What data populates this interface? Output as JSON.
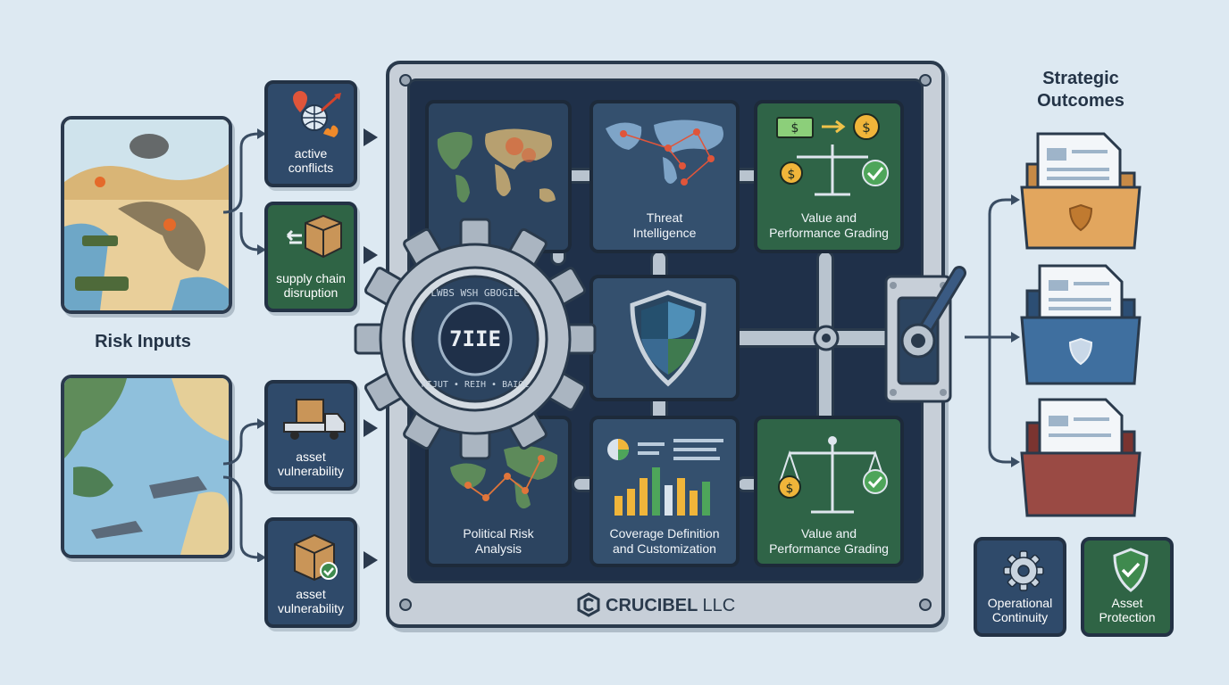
{
  "headings": {
    "risk_inputs": "Risk Inputs",
    "strategic_outcomes_line1": "Strategic",
    "strategic_outcomes_line2": "Outcomes"
  },
  "input_cards": [
    {
      "line1": "active",
      "line2": "conflicts",
      "color": "#2f4a6a"
    },
    {
      "line1": "supply chain",
      "line2": "disruption",
      "color": "#2f6445"
    },
    {
      "line1": "asset",
      "line2": "vulnerability",
      "color": "#2f4a6a"
    },
    {
      "line1": "asset",
      "line2": "vulnerability",
      "color": "#2f4a6a"
    }
  ],
  "tiles": {
    "threat": {
      "line1": "Threat",
      "line2": "Intelligence"
    },
    "value_top": {
      "line1": "Value and",
      "line2": "Performance Grading"
    },
    "political": {
      "line1": "Political Risk",
      "line2": "Analysis"
    },
    "coverage": {
      "line1": "Coverage Definition",
      "line2": "and Customization"
    },
    "value_bottom": {
      "line1": "Value and",
      "line2": "Performance Grading"
    }
  },
  "gear": {
    "center_text": "7IIE",
    "ring_top": "LWBS WSH GBOGIE",
    "ring_bottom": "HIJUT • REIH • BAIOL"
  },
  "brand": {
    "name": "CRUCIBEL",
    "suffix": "LLC"
  },
  "outcome_cards": [
    {
      "line1": "Operational",
      "line2": "Continuity",
      "color": "#2f4a6a"
    },
    {
      "line1": "Asset",
      "line2": "Protection",
      "color": "#2f6445"
    }
  ],
  "colors": {
    "background": "#dde9f2",
    "navy": "#2f4a6a",
    "green": "#2f6445",
    "frame_dark": "#1f3049",
    "folder_orange": "#e2a65e",
    "folder_blue": "#3f6f9f",
    "folder_red": "#9a4a44"
  },
  "icons": {
    "conflict": "map-pin-globe-fire-icon",
    "supply": "box-arrow-icon",
    "truck": "delivery-truck-icon",
    "box_check": "box-check-icon",
    "gear": "gear-icon",
    "shield": "shield-icon",
    "lever": "lever-switch-icon"
  }
}
